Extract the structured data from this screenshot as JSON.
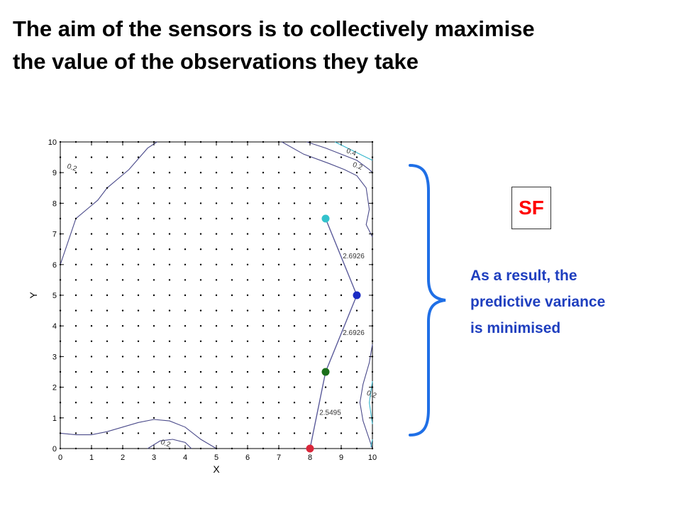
{
  "slide": {
    "title_lines": [
      "The aim of the sensors is to collectively maximise",
      "the value of the observations they take"
    ],
    "sf_label": "SF",
    "result_lines": [
      "As a result, the",
      "predictive variance",
      "is minimised"
    ],
    "colors": {
      "title": "#000000",
      "sf": "#ff0000",
      "result_text": "#1f3fbf",
      "brace": "#1f6fe6",
      "contour": "#4a4a8a",
      "path": "#5a5a9a"
    }
  },
  "chart_data": {
    "type": "scatter",
    "xlabel": "X",
    "ylabel": "Y",
    "xlim": [
      0,
      10
    ],
    "ylim": [
      0,
      10
    ],
    "x_ticks": [
      "0",
      "1",
      "2",
      "3",
      "4",
      "5",
      "6",
      "7",
      "8",
      "9",
      "10"
    ],
    "y_ticks": [
      "0",
      "1",
      "2",
      "3",
      "4",
      "5",
      "6",
      "7",
      "8",
      "9",
      "10"
    ],
    "grid_points": {
      "step": 0.5,
      "from": 0,
      "to": 10
    },
    "sensors": [
      {
        "color": "#d9263a",
        "x": 8.0,
        "y": 0.0
      },
      {
        "color": "#1a6e1a",
        "x": 8.5,
        "y": 2.5
      },
      {
        "color": "#1a2bc4",
        "x": 9.5,
        "y": 5.0
      },
      {
        "color": "#33c2cc",
        "x": 8.5,
        "y": 7.5
      }
    ],
    "path_labels": [
      {
        "text": "2.5495",
        "x": 8.3,
        "y": 1.1
      },
      {
        "text": "2.6926",
        "x": 9.05,
        "y": 3.7
      },
      {
        "text": "2.6926",
        "x": 9.05,
        "y": 6.2
      }
    ],
    "contour_labels": [
      {
        "text": "0.2",
        "x": 0.35,
        "y": 9.1
      },
      {
        "text": "0.4",
        "x": 9.3,
        "y": 9.6
      },
      {
        "text": "0.2",
        "x": 9.5,
        "y": 9.15
      },
      {
        "text": "0.2",
        "x": 3.35,
        "y": 0.1
      },
      {
        "text": "0.2",
        "x": 9.95,
        "y": 1.7
      }
    ],
    "contours": [
      {
        "name": "c1",
        "color": "#4a4a8a",
        "points": [
          [
            0,
            6.0
          ],
          [
            0.2,
            6.6
          ],
          [
            0.5,
            7.5
          ],
          [
            1.2,
            8.1
          ],
          [
            1.5,
            8.5
          ],
          [
            2.2,
            9.1
          ],
          [
            2.8,
            9.8
          ],
          [
            3.1,
            10
          ]
        ]
      },
      {
        "name": "c2",
        "color": "#4a4a8a",
        "points": [
          [
            0,
            0.5
          ],
          [
            0.5,
            0.45
          ],
          [
            1.0,
            0.45
          ],
          [
            1.5,
            0.55
          ],
          [
            2.5,
            0.85
          ],
          [
            3.0,
            0.95
          ],
          [
            3.5,
            0.9
          ],
          [
            4.0,
            0.7
          ],
          [
            4.5,
            0.3
          ],
          [
            5.0,
            0.0
          ]
        ]
      },
      {
        "name": "c3",
        "color": "#4a4a8a",
        "points": [
          [
            2.8,
            0
          ],
          [
            3.2,
            0.25
          ],
          [
            3.6,
            0.3
          ],
          [
            4.0,
            0.2
          ],
          [
            4.2,
            0.0
          ]
        ]
      },
      {
        "name": "c4",
        "color": "#4a4a8a",
        "points": [
          [
            7.1,
            10
          ],
          [
            7.8,
            9.6
          ],
          [
            8.6,
            9.3
          ],
          [
            9.1,
            9.1
          ],
          [
            9.5,
            8.9
          ],
          [
            9.8,
            8.5
          ],
          [
            9.9,
            7.8
          ],
          [
            9.8,
            7.3
          ],
          [
            10,
            6.9
          ]
        ]
      },
      {
        "name": "c5",
        "color": "#4a4a8a",
        "points": [
          [
            7.9,
            10
          ],
          [
            8.5,
            9.8
          ],
          [
            9.0,
            9.6
          ],
          [
            9.5,
            9.4
          ],
          [
            9.9,
            9.1
          ],
          [
            10,
            9.0
          ]
        ]
      },
      {
        "name": "c6",
        "color": "#33b6cc",
        "points": [
          [
            8.8,
            10
          ],
          [
            9.2,
            9.8
          ],
          [
            9.6,
            9.6
          ],
          [
            10,
            9.4
          ]
        ]
      },
      {
        "name": "c7",
        "color": "#4a4a8a",
        "points": [
          [
            10,
            3.4
          ],
          [
            9.9,
            2.8
          ],
          [
            9.7,
            2.1
          ],
          [
            9.6,
            1.5
          ],
          [
            9.7,
            0.9
          ],
          [
            9.9,
            0.3
          ],
          [
            10,
            0.0
          ]
        ]
      },
      {
        "name": "c8",
        "color": "#33b6cc",
        "points": [
          [
            10,
            2.2
          ],
          [
            9.9,
            1.5
          ],
          [
            10,
            0.8
          ]
        ]
      },
      {
        "name": "c9",
        "color": "#33b6cc",
        "points": [
          [
            10,
            0.3
          ],
          [
            9.95,
            0.05
          ]
        ]
      }
    ]
  }
}
